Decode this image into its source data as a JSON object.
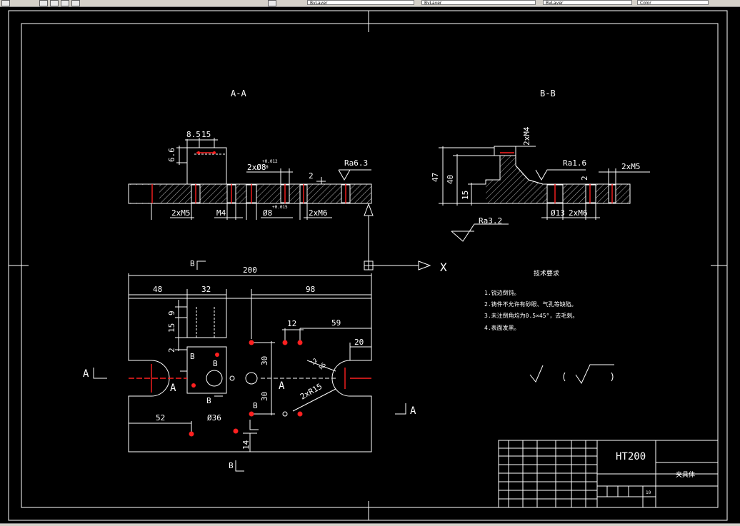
{
  "toolbar": {
    "combos": [
      "ByLayer",
      "ByLayer",
      "ByLayer",
      "Color"
    ]
  },
  "drawing": {
    "section_aa": {
      "title": "A-A",
      "dims": [
        "8.5",
        "15",
        "6.6",
        "2xM5",
        "M4",
        "2xM6",
        "2"
      ],
      "fit_upper": "2xØ8",
      "fit_upper_tol_top": "+0.012",
      "fit_upper_tol_bot": "0",
      "fit_lower": "Ø8",
      "fit_lower_tol": "+0.015",
      "roughness": "Ra6.3"
    },
    "section_bb": {
      "title": "B-B",
      "dims": [
        "47",
        "40",
        "15",
        "2xM4",
        "2",
        "2xM5",
        "Ø13",
        "2xM6"
      ],
      "roughness_top": "Ra1.6",
      "roughness_bottom": "Ra3.2"
    },
    "plan": {
      "top_dims": [
        "200",
        "48",
        "32",
        "98"
      ],
      "dims": [
        "12",
        "59",
        "20",
        "30",
        "30",
        "52",
        "Ø36",
        "14",
        "9",
        "15",
        "2"
      ],
      "r_label_small": "12",
      "r_label_small2": "R5",
      "r_label": "2xR15",
      "view_marks": [
        "A",
        "A",
        "A",
        "A",
        "B",
        "B",
        "B",
        "B",
        "B",
        "B"
      ]
    },
    "axis_label": "X",
    "tech_notes": {
      "title": "技术要求",
      "items": [
        "1.锐边倒钝。",
        "2.铸件不允许有砂眼、气孔等缺陷。",
        "3.未注倒角均为0.5×45°，去毛刺。",
        "4.表面发黑。"
      ]
    },
    "title_block": {
      "material": "HT200",
      "part_name": "夹具体",
      "scale": "10"
    }
  }
}
